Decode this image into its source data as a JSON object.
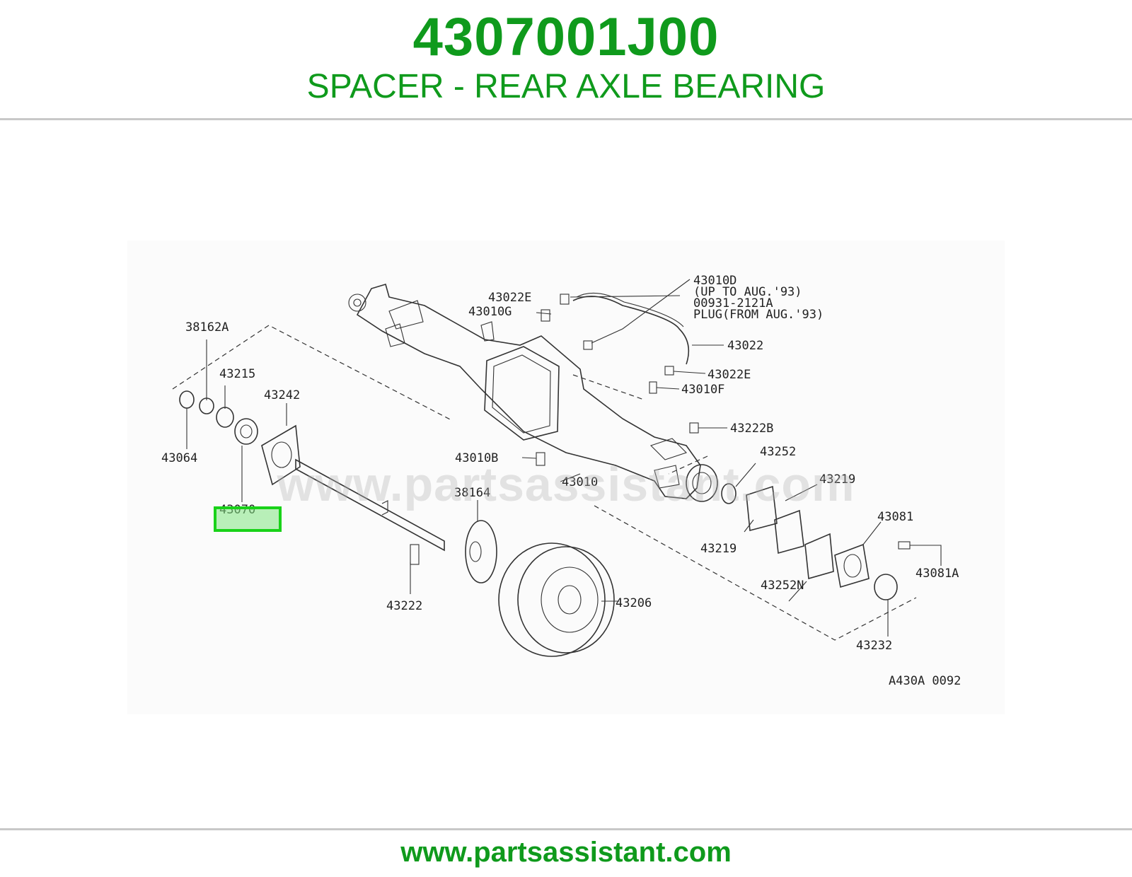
{
  "header": {
    "part_number": "4307001J00",
    "part_name": "SPACER - REAR AXLE BEARING"
  },
  "diagram": {
    "watermark": "www.partsassistant.com",
    "highlighted_callout": "43070",
    "figure_code": "A430A 0092",
    "callouts": {
      "c_43010d": "43010D",
      "c_up_to": "(UP TO AUG.'93)",
      "c_00931": "00931-2121A",
      "c_plug": "PLUG(FROM AUG.'93)",
      "c_43022e_top": "43022E",
      "c_43010g": "43010G",
      "c_43022": "43022",
      "c_43022e_mid": "43022E",
      "c_43010f": "43010F",
      "c_43222b": "43222B",
      "c_43252": "43252",
      "c_43219_right": "43219",
      "c_43010b": "43010B",
      "c_43010": "43010",
      "c_38162a": "38162A",
      "c_43215": "43215",
      "c_43242": "43242",
      "c_43064": "43064",
      "c_43070": "43070",
      "c_38164": "38164",
      "c_43219_left": "43219",
      "c_43081": "43081",
      "c_43081a": "43081A",
      "c_43252n": "43252N",
      "c_43222": "43222",
      "c_43206": "43206",
      "c_43232": "43232"
    }
  },
  "colors": {
    "brand_green": "#0f9a1c",
    "highlight_border": "#19d219",
    "highlight_fill": "#82e682"
  },
  "footer": {
    "url": "www.partsassistant.com"
  }
}
